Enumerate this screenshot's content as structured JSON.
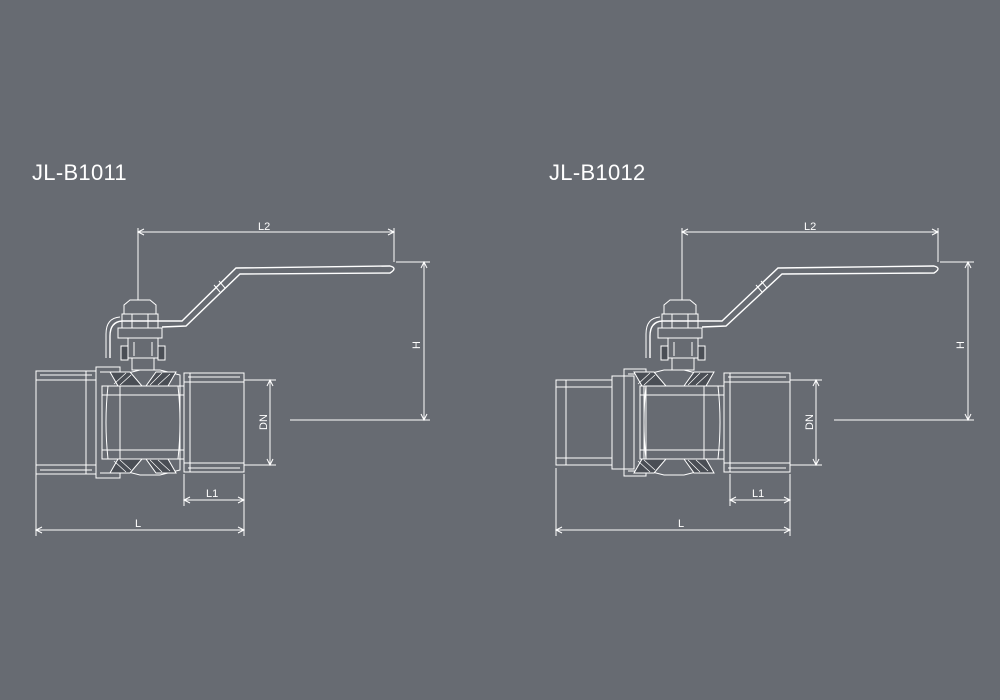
{
  "diagrams": [
    {
      "model": "JL-B1011",
      "dimensions": {
        "l": "L",
        "l1": "L1",
        "l2": "L2",
        "h": "H",
        "dn": "DN"
      }
    },
    {
      "model": "JL-B1012",
      "dimensions": {
        "l": "L",
        "l1": "L1",
        "l2": "L2",
        "h": "H",
        "dn": "DN"
      }
    }
  ],
  "colors": {
    "background": "#676b72",
    "line": "#ffffff"
  }
}
